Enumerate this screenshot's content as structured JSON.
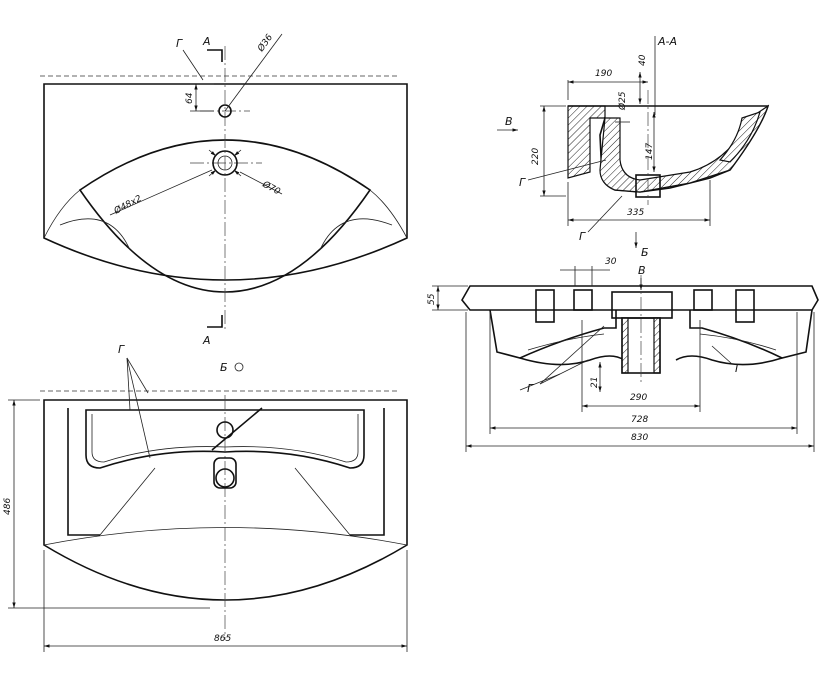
{
  "top_view": {
    "leader_g": "Г",
    "section_a_top": "А",
    "section_a_bottom": "А",
    "dia_tap": "Ø36",
    "dim_64": "64",
    "dia_drain": "Ø70",
    "dia_bowl": "Ø48x2"
  },
  "view_b_marker": "Б",
  "bottom_view": {
    "leader_g": "Г",
    "dim_width": "865",
    "dim_height": "486"
  },
  "section_aa": {
    "title": "А-А",
    "marker_v": "В",
    "dim_190": "190",
    "dim_40": "40",
    "dia_25": "Ø25",
    "dim_220": "220",
    "dim_147": "147",
    "dim_335": "335",
    "leader_g_left": "Г",
    "leader_g_bottom": "Г"
  },
  "view_b": {
    "marker_b": "Б",
    "marker_v": "В",
    "dim_30": "30",
    "dim_55": "55",
    "dim_21": "21",
    "dim_290": "290",
    "dim_728": "728",
    "dim_830": "830",
    "leader_g_left": "Г",
    "leader_g_right": "Г"
  }
}
